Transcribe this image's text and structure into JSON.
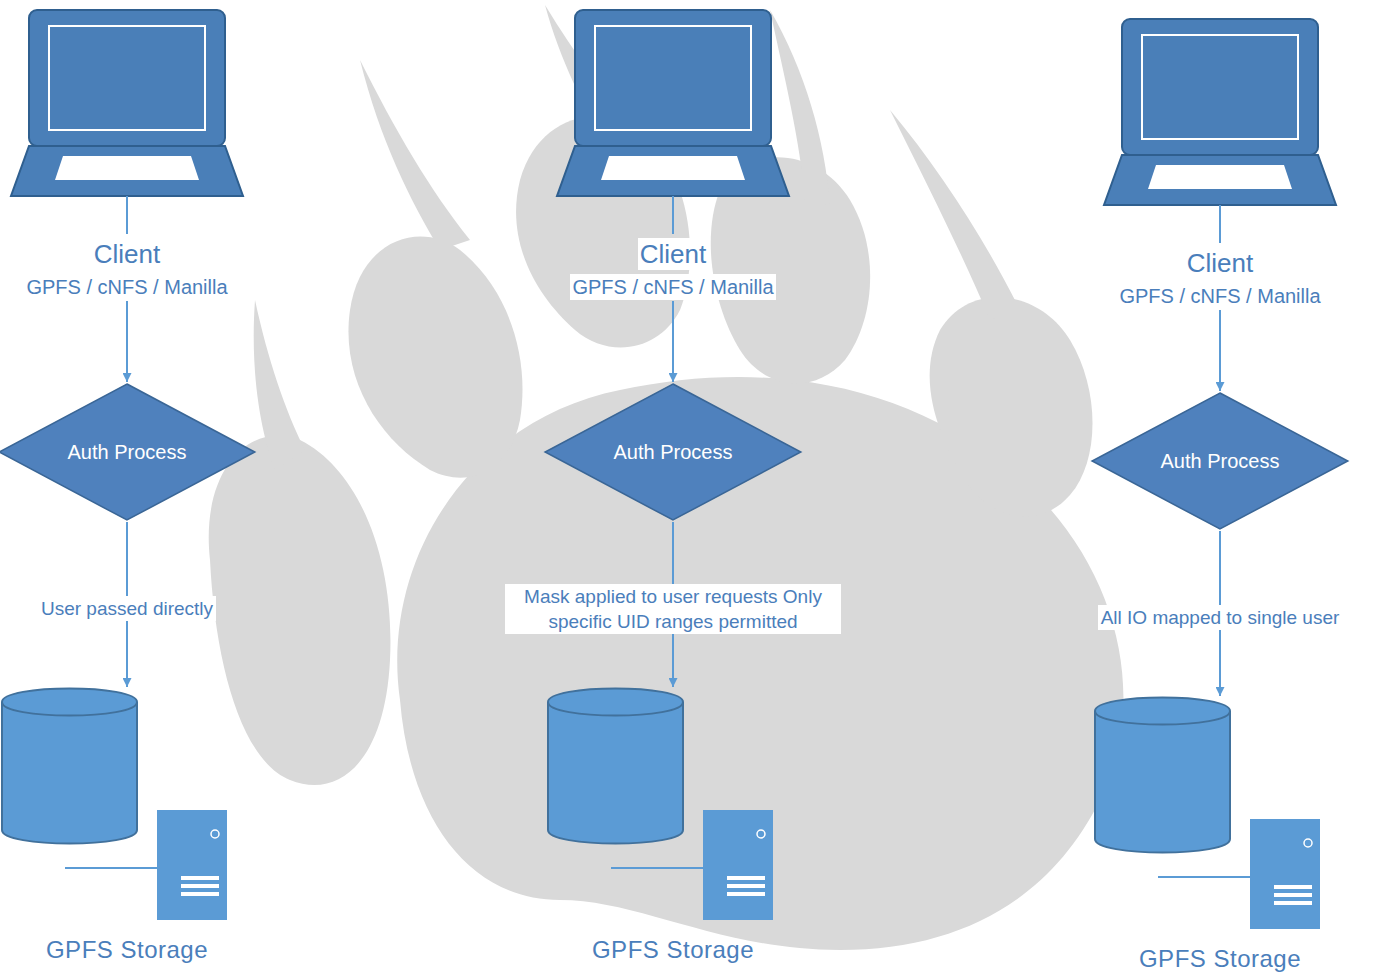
{
  "diagram": {
    "nodes": [
      {
        "text": [
          "Client",
          "GPFS / cNFS / Manilla"
        ]
      },
      {
        "text": [
          "Auth Process"
        ]
      },
      {
        "text": [
          "GPFS Storage"
        ]
      },
      {
        "text": [
          "Client",
          "GPFS / cNFS / Manilla"
        ]
      },
      {
        "text": [
          "Auth Process"
        ]
      },
      {
        "text": [
          "GPFS Storage"
        ]
      },
      {
        "text": [
          "Client",
          "GPFS / cNFS / Manilla"
        ]
      },
      {
        "text": [
          "Auth Process"
        ]
      },
      {
        "text": [
          "GPFS Storage"
        ]
      }
    ],
    "edges": [
      {
        "from": 0,
        "to": 1,
        "arrow": "to"
      },
      {
        "from": 1,
        "to": 2,
        "arrow": "to",
        "label": "User passed directly"
      },
      {
        "from": 3,
        "to": 4,
        "arrow": "to"
      },
      {
        "from": 4,
        "to": 5,
        "arrow": "to",
        "label": "Mask applied to user requests Only specific UID ranges permitted"
      },
      {
        "from": 6,
        "to": 7,
        "arrow": "to"
      },
      {
        "from": 7,
        "to": 8,
        "arrow": "to",
        "label": "All IO mapped to single user"
      }
    ]
  }
}
